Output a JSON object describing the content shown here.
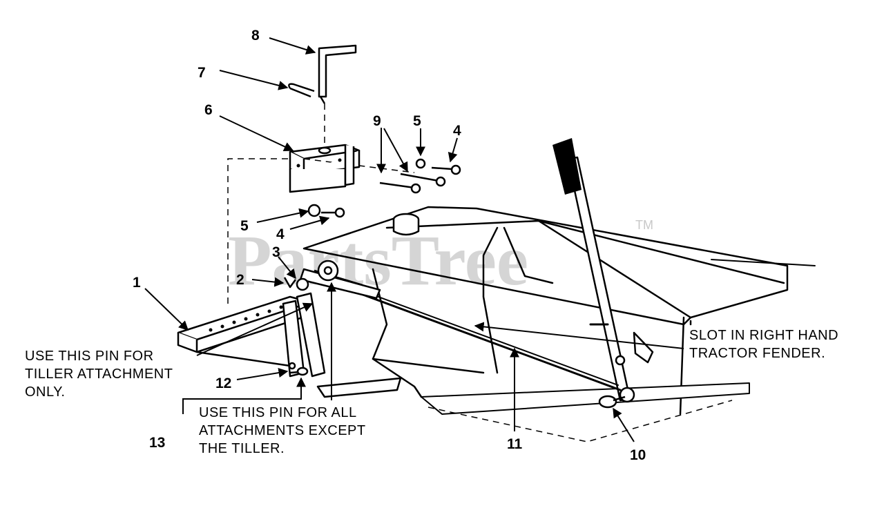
{
  "watermark": {
    "text": "PartsTree",
    "trademark": "TM"
  },
  "callouts": [
    "8",
    "7",
    "6",
    "9",
    "5",
    "4",
    "5",
    "4",
    "3",
    "2",
    "1",
    "12",
    "13",
    "11",
    "10"
  ],
  "notes": {
    "tiller_pin": [
      "USE THIS PIN FOR",
      "TILLER ATTACHMENT",
      "ONLY."
    ],
    "all_pin": [
      "USE THIS PIN FOR ALL",
      "ATTACHMENTS EXCEPT",
      "THE TILLER."
    ],
    "slot": [
      "SLOT IN RIGHT HAND",
      "TRACTOR FENDER."
    ]
  }
}
